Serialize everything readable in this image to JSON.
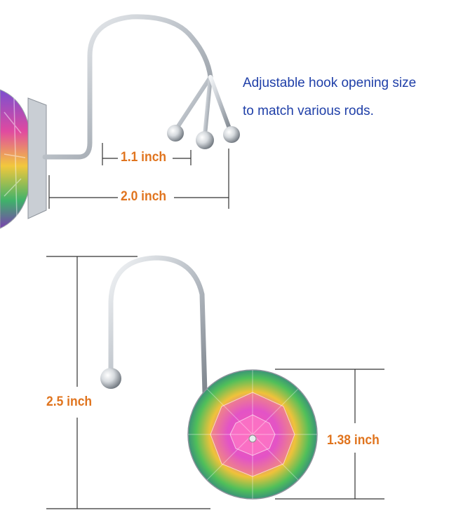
{
  "top_view": {
    "note_line_1": "Adjustable hook opening size",
    "note_line_2": "to match various rods.",
    "dim_opening": "1.1 inch",
    "dim_width": "2.0 inch"
  },
  "bottom_view": {
    "dim_height": "2.5 inch",
    "dim_crystal": "1.38 inch"
  },
  "colors": {
    "dimension_text": "#e0741e",
    "note_text": "#1f3fa8",
    "dimension_lines": "#333333",
    "chrome": "#c8cdd3"
  }
}
